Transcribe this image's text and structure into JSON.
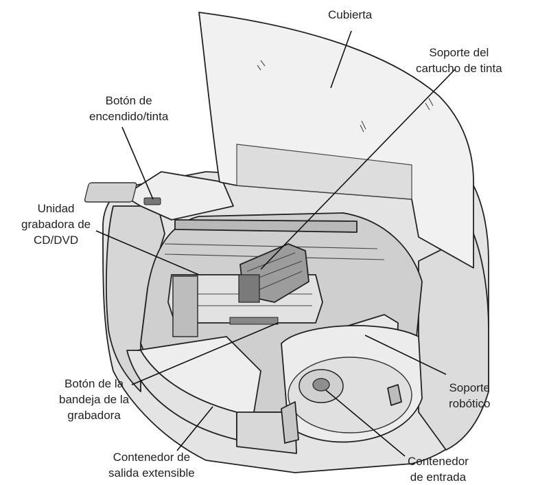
{
  "labels": {
    "cover": [
      "Cubierta"
    ],
    "cartridge_holder": [
      "Soporte del",
      "cartucho de tinta"
    ],
    "power_button": [
      "Botón de",
      "encendido/tinta"
    ],
    "recorder_drive": [
      "Unidad",
      "grabadora de",
      "CD/DVD"
    ],
    "tray_button": [
      "Botón de la",
      "bandeja de la",
      "grabadora"
    ],
    "robotic_arm": [
      "Soporte",
      "robótico"
    ],
    "output_bin": [
      "Contenedor de",
      "salida extensible"
    ],
    "input_bin": [
      "Contenedor",
      "de entrada"
    ]
  },
  "colors": {
    "line": "#111111",
    "body": "#e6e6e6",
    "shade": "#c9c9c9",
    "dark": "#a9a9a9",
    "cover": "#f0f0f0"
  }
}
